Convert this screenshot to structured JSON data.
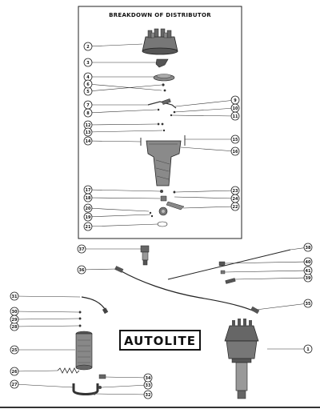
{
  "diagram": {
    "title": "BREAKDOWN OF DISTRIBUTOR",
    "brand": "AUTOLITE",
    "callouts": [
      "1",
      "2",
      "3",
      "4",
      "5",
      "6",
      "7",
      "8",
      "9",
      "10",
      "11",
      "12",
      "13",
      "14",
      "15",
      "16",
      "17",
      "18",
      "19",
      "20",
      "21",
      "22",
      "23",
      "24",
      "25",
      "26",
      "27",
      "28",
      "29",
      "30",
      "31",
      "32",
      "33",
      "34",
      "35",
      "36",
      "37",
      "38",
      "39",
      "40",
      "41"
    ]
  }
}
